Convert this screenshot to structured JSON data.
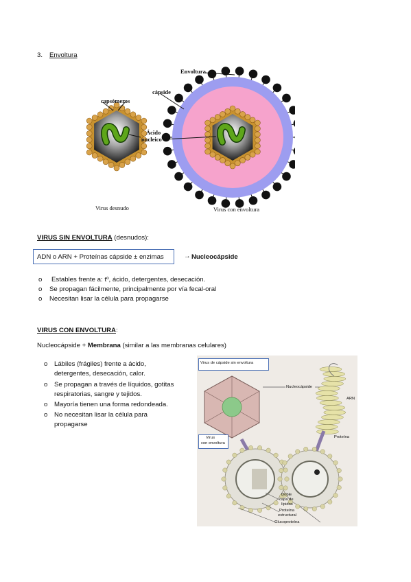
{
  "section": {
    "number": "3.",
    "title": "Envoltura"
  },
  "figure1": {
    "envoltura": "Envoltura",
    "capside": "cápside",
    "capsomeros": "capsómeros",
    "acido_line1": "Ácido",
    "acido_line2": "nucleico",
    "caption_left": "Virus desnudo",
    "caption_right": "Virus con envoltura"
  },
  "naked": {
    "heading": "VIRUS SIN ENVOLTURA",
    "heading_suffix": " (desnudos):",
    "formula": "ADN o ARN + Proteínas cápside ± enzimas",
    "arrow": "→",
    "result": "Nucleocápside",
    "bullets": [
      "Estables frente a: tº, ácido, detergentes, desecación.",
      "Se propagan fácilmente, principalmente por vía fecal-oral",
      "Necesitan lisar la célula para propagarse"
    ]
  },
  "enveloped": {
    "heading": "VIRUS CON ENVOLTURA",
    "heading_suffix": ":",
    "line_prefix": "Nucleocápside + ",
    "line_bold": "Membrana",
    "line_suffix": " (similar a las membranas celulares)",
    "bullets": [
      [
        "Lábiles (frágiles) frente a ácido,",
        "detergentes, desecación, calor."
      ],
      [
        "Se propagan a través de líquidos, gotitas",
        "respiratorias, sangre y tejidos."
      ],
      [
        "Mayoría tienen una forma redondeada."
      ],
      [
        "No necesitan lisar la célula para",
        "propagarse"
      ]
    ]
  },
  "figure2": {
    "box_top": "Virus de cápside sin envoltura",
    "box_bottom_1": "Virus",
    "box_bottom_2": "con envoltura",
    "nucleocapside": "Nucleocápside",
    "arn": "ARN",
    "proteina": "Proteína",
    "doble_1": "Doble",
    "doble_2": "capa de",
    "doble_3": "lípidos",
    "proteina_estr_1": "Proteína",
    "proteina_estr_2": "estructural",
    "glucoproteina": "Glucoproteína"
  },
  "bullet_marker": "o"
}
